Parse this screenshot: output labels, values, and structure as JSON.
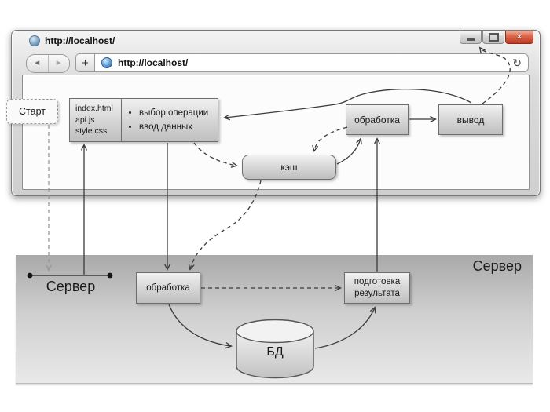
{
  "window": {
    "title": "http://localhost/",
    "address": "http://localhost/",
    "icons": {
      "back": "◄",
      "forward": "►",
      "new_tab": "+",
      "refresh": "↻",
      "close": "✕"
    }
  },
  "diagram": {
    "start_label": "Старт",
    "files": [
      "index.html",
      "api.js",
      "style.css"
    ],
    "menu_items": [
      "выбор операции",
      "ввод данных"
    ],
    "cache_label": "кэш",
    "client_processing_label": "обработка",
    "output_label": "вывод",
    "server_zone_label": "Сервер",
    "server_node_label": "Сервер",
    "server_processing_label": "обработка",
    "prepare_result_label": "подготовка результата",
    "database_label": "БД"
  },
  "colors": {
    "close_button": "#c03a22",
    "node_fill_top": "#f1f1f1",
    "node_fill_bottom": "#bfbfbf",
    "node_border": "#6e6e6e",
    "server_band_top": "#a9a9a9",
    "server_band_bottom": "#e9e9e9",
    "arrow": "#3a3a3a",
    "start_arrow": "#999999",
    "globe_blue": "#5b9bd5"
  }
}
